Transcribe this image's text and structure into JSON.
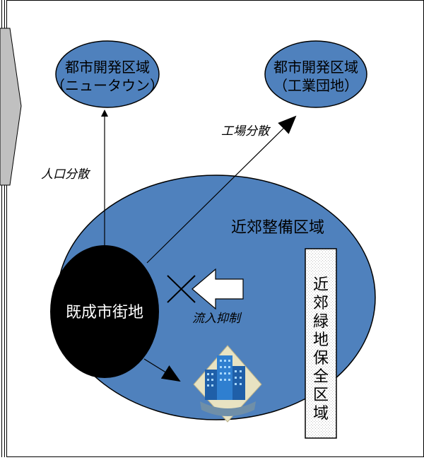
{
  "colors": {
    "ellipse_fill": "#4f81bd",
    "outline": "#000000",
    "core_fill": "#000000",
    "side_arrow_fill": "#c0c0c0",
    "greenbelt_fill": "#ffffff"
  },
  "nodes": {
    "dev_newtown": {
      "line1": "都市開発区域",
      "line2": "（ニュータウン）"
    },
    "dev_industrial": {
      "line1": "都市開発区域",
      "line2": "（工業団地）"
    },
    "suburban": {
      "label": "近郊整備区域"
    },
    "existing": {
      "label": "既成市街地"
    },
    "greenbelt": {
      "label": "近郊緑地保全区域"
    }
  },
  "edges": {
    "population": {
      "label": "人口分散"
    },
    "factory": {
      "label": "工場分散"
    },
    "inflow": {
      "label": "流入抑制"
    }
  },
  "icons": {
    "building": "office-building-icon",
    "block": "x-mark-icon",
    "side": "chevron-arrow-icon"
  }
}
